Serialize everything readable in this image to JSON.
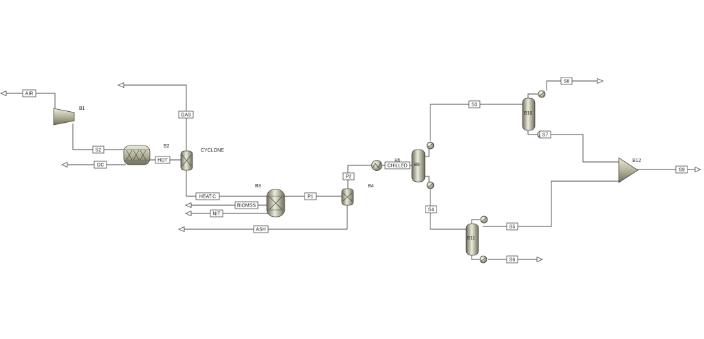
{
  "blocks": {
    "b1": "B1",
    "b2": "B2",
    "cyclone": "CYCLONE",
    "b3": "B3",
    "b4": "B4",
    "b5": "B5",
    "b9": "B9",
    "b10": "B10",
    "b11": "B11",
    "b12": "B12"
  },
  "streams": {
    "air": "AIR",
    "s2": "S2",
    "oc": "OC",
    "hot": "HOT",
    "gas": "GAS",
    "heat_c": "HEAT.C",
    "biomss": "BIOMSS",
    "nit": "NIT",
    "p1": "P1",
    "ash": "ASH",
    "p2": "P2",
    "chilled": "CHILLED",
    "s3": "S3",
    "s4": "S4",
    "s8": "S8",
    "s7": "S7",
    "s5": "S5",
    "s6": "S6",
    "s9": "S9"
  },
  "colors": {
    "line": "#444444",
    "equipment_light": "#ececdc",
    "equipment_mid": "#a9a88e",
    "equipment_dark": "#6e6d58"
  }
}
